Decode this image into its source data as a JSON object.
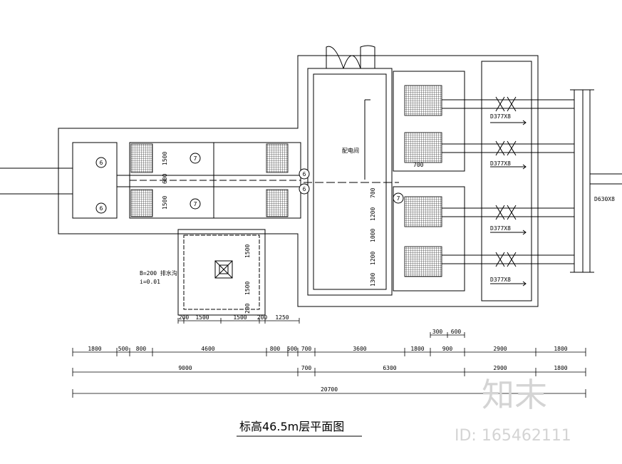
{
  "title": "标高46.5m层平面图",
  "room_label": "配电间",
  "pipe_labels": [
    "D377X8",
    "D377X8",
    "D377X8",
    "D377X8"
  ],
  "header_pipe": "D630X8",
  "markers": {
    "six": "6",
    "seven": "7"
  },
  "annotation": {
    "line1": "B=200 排水沟",
    "line2": "i=0.01"
  },
  "vertical_dims": {
    "left_upper": "1500",
    "left_mid": "600",
    "left_lower": "1500",
    "pit_upper": "1500",
    "pit_lower": "1500",
    "pit_bottom": "200",
    "right_a": "700",
    "right_b": "1200",
    "right_c": "1000",
    "right_d": "1200",
    "right_e": "1300",
    "right_top": "700"
  },
  "pit_dims": [
    "200",
    "1500",
    "1500",
    "200",
    "1250"
  ],
  "small_dims": [
    "300",
    "600"
  ],
  "row1": [
    "1800",
    "500",
    "800",
    "4600",
    "800",
    "500",
    "700",
    "3600",
    "1800",
    "900",
    "2900",
    "1800"
  ],
  "row2": [
    "9000",
    "700",
    "6300",
    "2900",
    "1800"
  ],
  "row3": "20700",
  "watermark": {
    "brand": "知末",
    "id": "ID: 165462111"
  }
}
